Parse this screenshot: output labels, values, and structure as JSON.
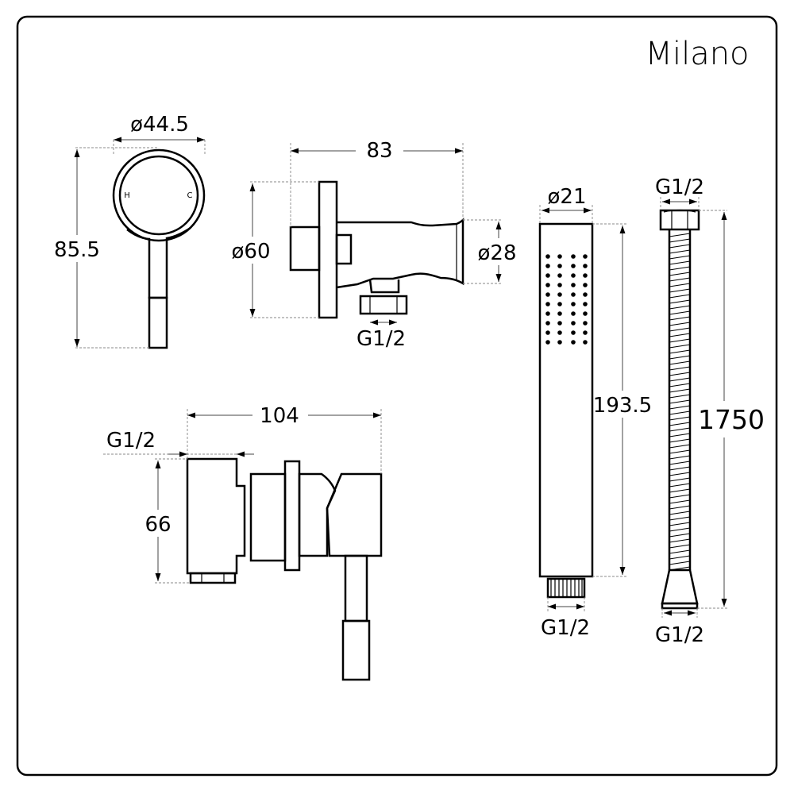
{
  "brand": {
    "name": "Milano"
  },
  "labels": {
    "ring_diameter": "ø44.5",
    "handle_height": "85.5",
    "elbow_width": "83",
    "elbow_plate_diameter": "ø60",
    "elbow_holder_diameter": "ø28",
    "elbow_outlet_thread": "G1/2",
    "mixer_width": "104",
    "mixer_inlet_thread": "G1/2",
    "mixer_height": "66",
    "handset_diameter": "ø21",
    "handset_length": "193.5",
    "handset_thread": "G1/2",
    "hose_top_thread": "G1/2",
    "hose_length": "1750",
    "hose_bottom_thread": "G1/2"
  },
  "mixer_markings": {
    "hot": "H",
    "cold": "C"
  },
  "colors": {
    "line": "#000000",
    "frame": "#000000",
    "background": "#ffffff"
  }
}
